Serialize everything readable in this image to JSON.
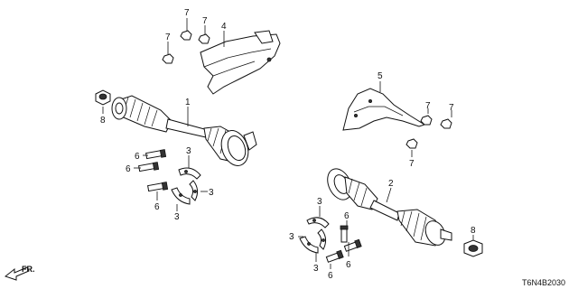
{
  "diagram": {
    "code": "T6N4B2030",
    "direction_label": "FR.",
    "callouts": [
      {
        "id": "c7a",
        "text": "7"
      },
      {
        "id": "c7b",
        "text": "7"
      },
      {
        "id": "c7c",
        "text": "7"
      },
      {
        "id": "c4",
        "text": "4"
      },
      {
        "id": "c8a",
        "text": "8"
      },
      {
        "id": "c1",
        "text": "1"
      },
      {
        "id": "c6a",
        "text": "6"
      },
      {
        "id": "c6b",
        "text": "6"
      },
      {
        "id": "c3a",
        "text": "3"
      },
      {
        "id": "c3b",
        "text": "3"
      },
      {
        "id": "c3c",
        "text": "3"
      },
      {
        "id": "c6c",
        "text": "6"
      },
      {
        "id": "c5",
        "text": "5"
      },
      {
        "id": "c7d",
        "text": "7"
      },
      {
        "id": "c7e",
        "text": "7"
      },
      {
        "id": "c7f",
        "text": "7"
      },
      {
        "id": "c2",
        "text": "2"
      },
      {
        "id": "c3d",
        "text": "3"
      },
      {
        "id": "c6d",
        "text": "6"
      },
      {
        "id": "c3e",
        "text": "3"
      },
      {
        "id": "c6e",
        "text": "6"
      },
      {
        "id": "c3f",
        "text": "3"
      },
      {
        "id": "c6f",
        "text": "6"
      },
      {
        "id": "c8b",
        "text": "8"
      }
    ]
  }
}
